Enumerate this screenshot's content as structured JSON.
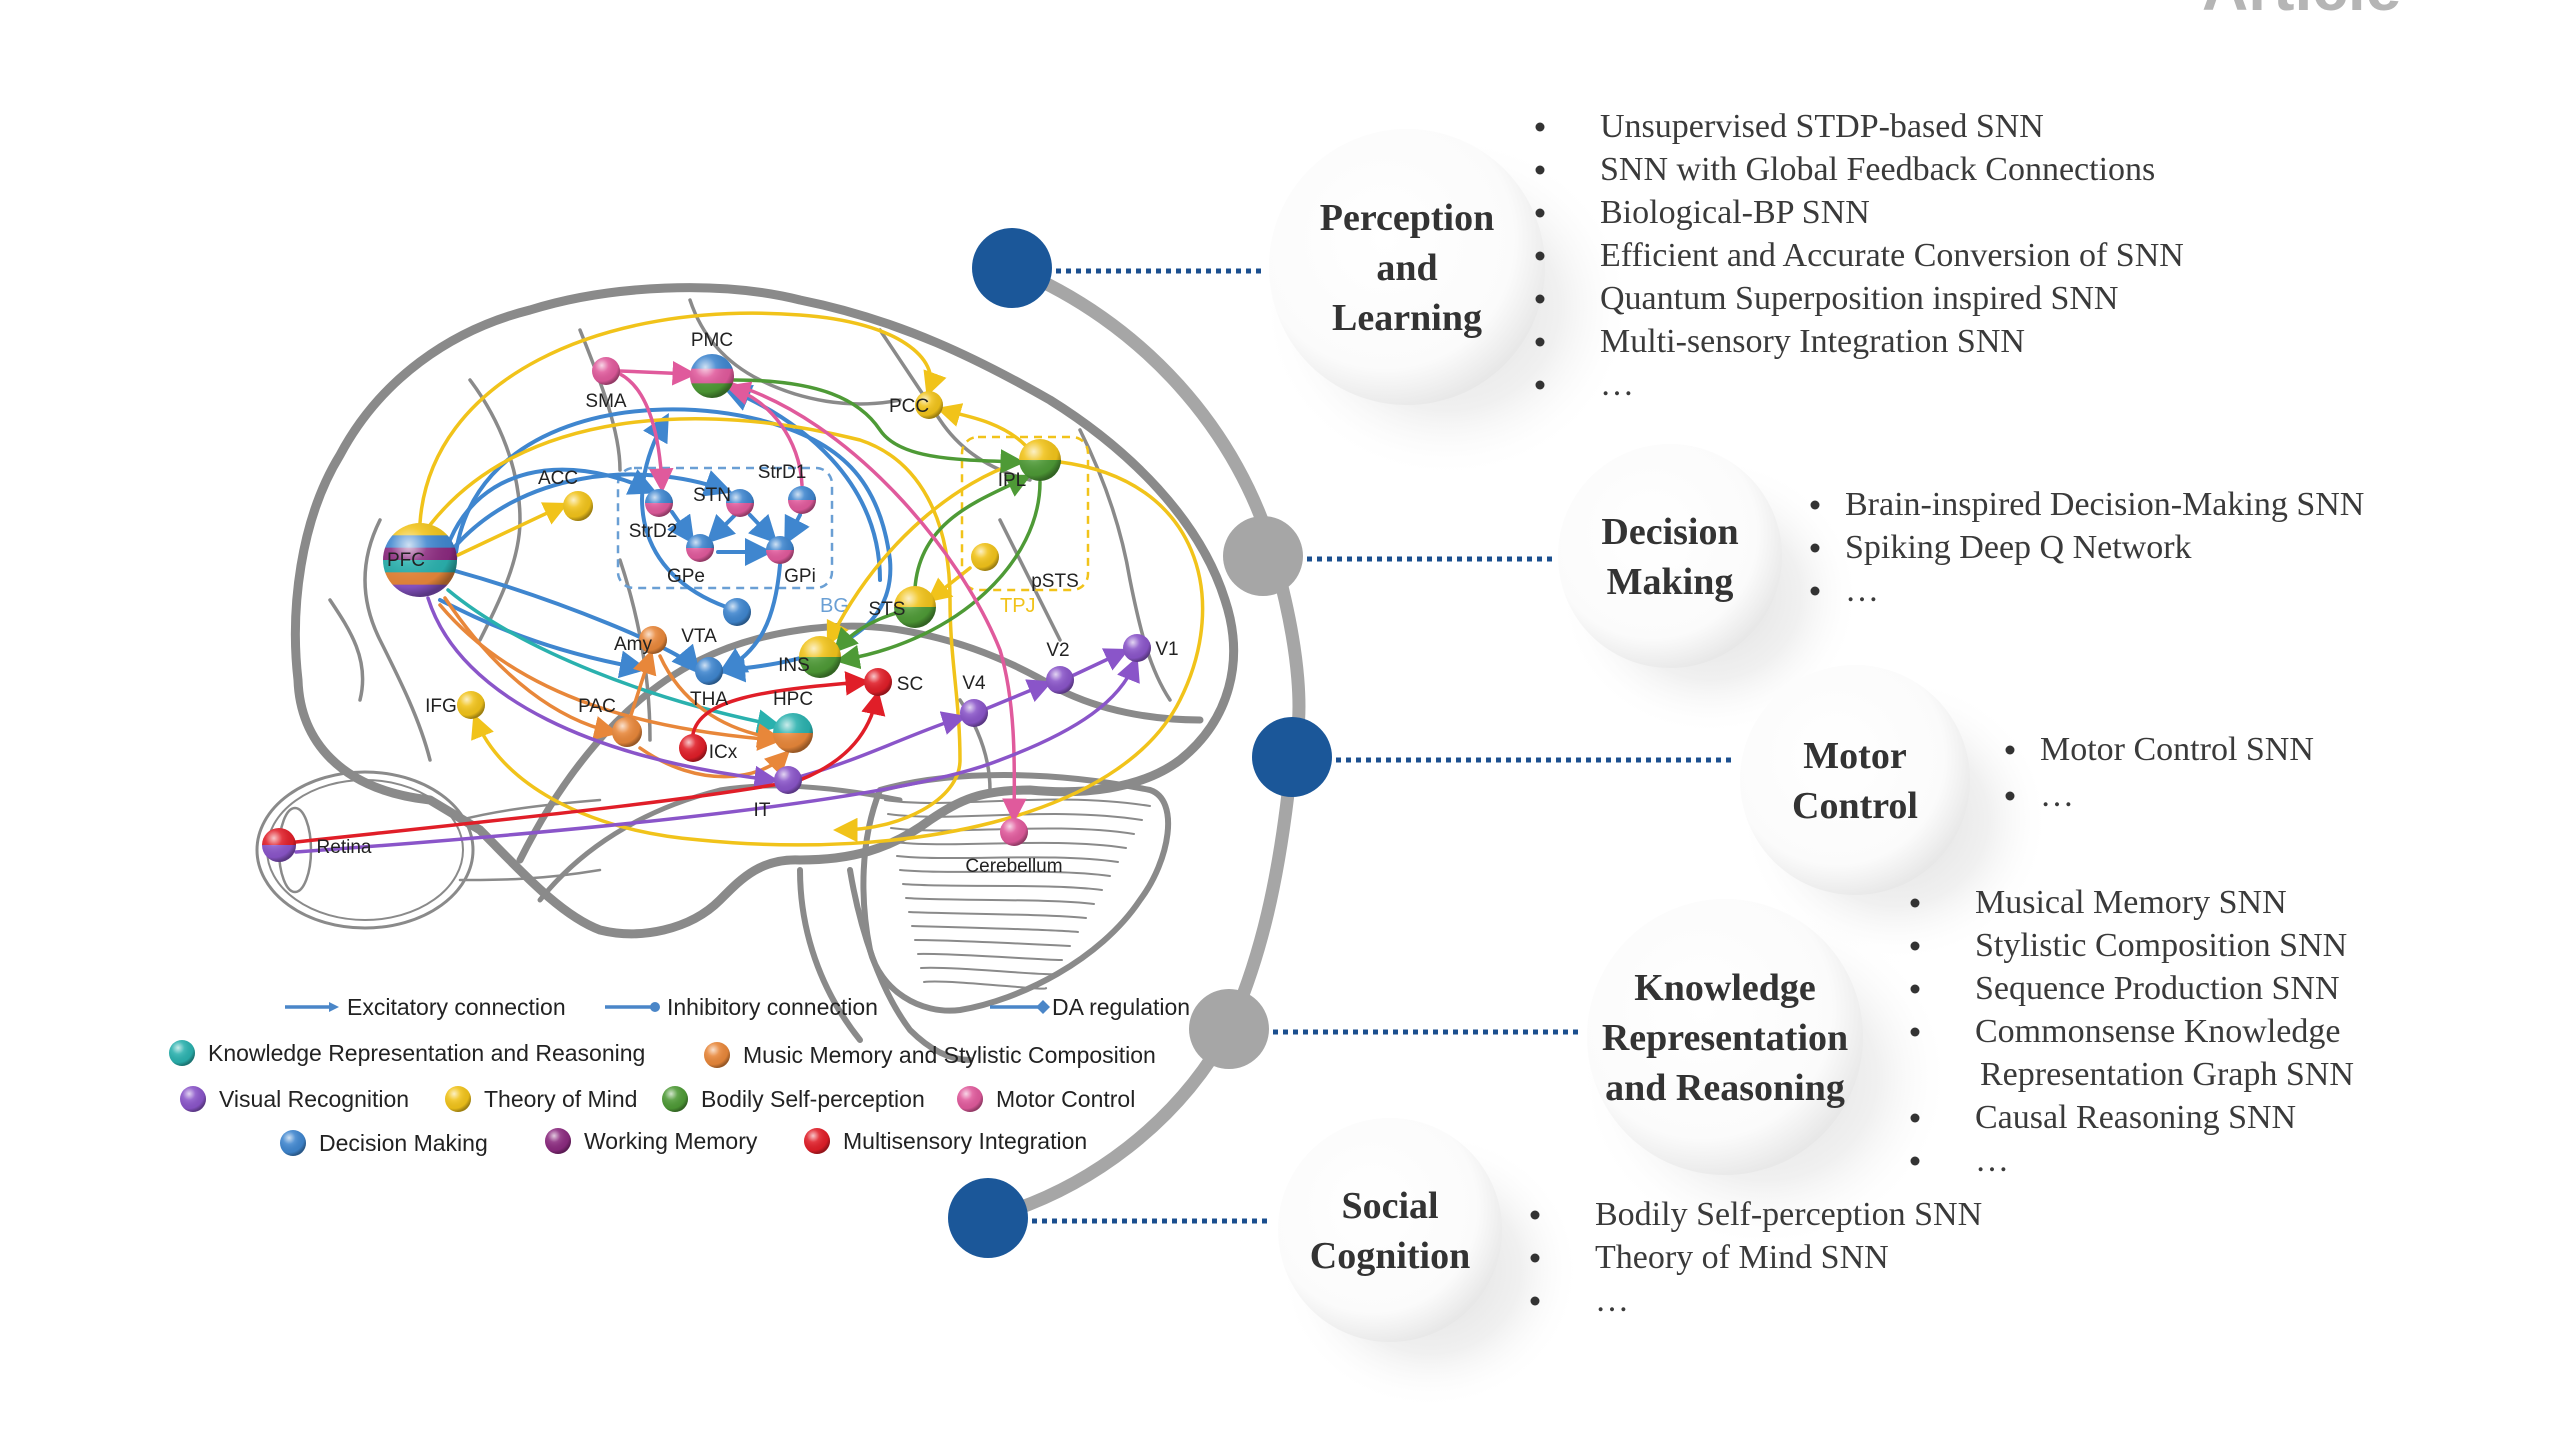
{
  "header": {
    "label": "Article"
  },
  "colors": {
    "timeline_blue": "#1b5799",
    "timeline_gray": "#a6a6a6",
    "dotted_line": "#1b4f8f",
    "excitatory": "#4a86c8",
    "knowledge": "#2ab1ae",
    "music": "#e8873a",
    "visual": "#8a55c9",
    "tom": "#f1c31a",
    "bodily": "#4e9a36",
    "motor": "#e05a9c",
    "decision": "#3f86cf",
    "working_memory": "#8b2a7f",
    "multisensory": "#e01e28"
  },
  "brain": {
    "regions": [
      {
        "id": "PFC",
        "label": "PFC",
        "groups": [
          "tom",
          "decision",
          "working_memory",
          "knowledge",
          "music",
          "visual"
        ]
      },
      {
        "id": "SMA",
        "label": "SMA",
        "groups": [
          "motor"
        ]
      },
      {
        "id": "PMC",
        "label": "PMC",
        "groups": [
          "decision",
          "motor",
          "bodily"
        ]
      },
      {
        "id": "PCC",
        "label": "PCC",
        "groups": [
          "tom"
        ]
      },
      {
        "id": "ACC",
        "label": "ACC",
        "groups": [
          "tom"
        ]
      },
      {
        "id": "StrD2",
        "label": "StrD2",
        "groups": [
          "decision",
          "motor"
        ]
      },
      {
        "id": "STN",
        "label": "STN",
        "groups": [
          "decision",
          "motor"
        ]
      },
      {
        "id": "StrD1",
        "label": "StrD1",
        "groups": [
          "decision",
          "motor"
        ]
      },
      {
        "id": "GPe",
        "label": "GPe",
        "groups": [
          "decision",
          "motor"
        ]
      },
      {
        "id": "GPi",
        "label": "GPi",
        "groups": [
          "decision",
          "motor"
        ]
      },
      {
        "id": "VTA",
        "label": "VTA",
        "groups": [
          "decision"
        ]
      },
      {
        "id": "THA",
        "label": "THA",
        "groups": [
          "decision"
        ]
      },
      {
        "id": "Amy",
        "label": "Amy",
        "groups": [
          "music"
        ]
      },
      {
        "id": "PAC",
        "label": "PAC",
        "groups": [
          "music"
        ]
      },
      {
        "id": "ICx",
        "label": "ICx",
        "groups": [
          "multisensory"
        ]
      },
      {
        "id": "HPC",
        "label": "HPC",
        "groups": [
          "knowledge",
          "music"
        ]
      },
      {
        "id": "INS",
        "label": "INS",
        "groups": [
          "tom",
          "bodily"
        ]
      },
      {
        "id": "SC",
        "label": "SC",
        "groups": [
          "multisensory"
        ]
      },
      {
        "id": "IFG",
        "label": "IFG",
        "groups": [
          "tom"
        ]
      },
      {
        "id": "IT",
        "label": "IT",
        "groups": [
          "visual"
        ]
      },
      {
        "id": "V4",
        "label": "V4",
        "groups": [
          "visual"
        ]
      },
      {
        "id": "V2",
        "label": "V2",
        "groups": [
          "visual"
        ]
      },
      {
        "id": "V1",
        "label": "V1",
        "groups": [
          "visual"
        ]
      },
      {
        "id": "IPL",
        "label": "IPL",
        "groups": [
          "tom",
          "bodily"
        ]
      },
      {
        "id": "pSTS",
        "label": "pSTS",
        "groups": [
          "tom"
        ]
      },
      {
        "id": "STS",
        "label": "STS",
        "groups": [
          "tom",
          "bodily"
        ]
      },
      {
        "id": "Cerebellum",
        "label": "Cerebellum",
        "groups": [
          "motor"
        ]
      },
      {
        "id": "Retina",
        "label": "Retina",
        "groups": [
          "multisensory",
          "visual"
        ]
      }
    ],
    "boxes": [
      {
        "id": "BG",
        "label": "BG",
        "color": "#6a9fd4"
      },
      {
        "id": "TPJ",
        "label": "TPJ",
        "color": "#f1c31a"
      }
    ]
  },
  "legend": {
    "connections": [
      {
        "label": "Excitatory connection",
        "type": "excitatory"
      },
      {
        "label": "Inhibitory connection",
        "type": "inhibitory"
      },
      {
        "label": "DA regulation",
        "type": "da"
      }
    ],
    "functions": [
      {
        "label": "Knowledge Representation and Reasoning",
        "color": "knowledge"
      },
      {
        "label": "Music Memory and Stylistic Composition",
        "color": "music"
      },
      {
        "label": "Visual Recognition",
        "color": "visual"
      },
      {
        "label": "Theory of Mind",
        "color": "tom"
      },
      {
        "label": "Bodily Self-perception",
        "color": "bodily"
      },
      {
        "label": "Motor Control",
        "color": "motor"
      },
      {
        "label": "Decision Making",
        "color": "decision"
      },
      {
        "label": "Working Memory",
        "color": "working_memory"
      },
      {
        "label": "Multisensory Integration",
        "color": "multisensory"
      }
    ]
  },
  "categories": [
    {
      "title": [
        "Perception",
        "and",
        "Learning"
      ],
      "timeline_dot": "blue",
      "items": [
        "Unsupervised STDP-based SNN",
        "SNN with Global Feedback Connections",
        "Biological-BP SNN",
        "Efficient and Accurate Conversion of SNN",
        "Quantum Superposition inspired SNN",
        "Multi-sensory Integration SNN",
        "…"
      ]
    },
    {
      "title": [
        "Decision",
        "Making"
      ],
      "timeline_dot": "gray",
      "items": [
        "Brain-inspired Decision-Making SNN",
        "Spiking Deep Q Network",
        "…"
      ]
    },
    {
      "title": [
        "Motor",
        "Control"
      ],
      "timeline_dot": "blue",
      "items": [
        "Motor Control SNN",
        "…"
      ]
    },
    {
      "title": [
        "Knowledge",
        "Representation",
        "and Reasoning"
      ],
      "timeline_dot": "gray",
      "items": [
        "Musical Memory SNN",
        "Stylistic Composition SNN",
        "Sequence Production SNN",
        "Commonsense Knowledge\nRepresentation Graph SNN",
        "Causal Reasoning SNN",
        "…"
      ]
    },
    {
      "title": [
        "Social",
        "Cognition"
      ],
      "timeline_dot": "blue",
      "items": [
        "Bodily Self-perception SNN",
        "Theory of Mind SNN",
        "…"
      ]
    }
  ]
}
